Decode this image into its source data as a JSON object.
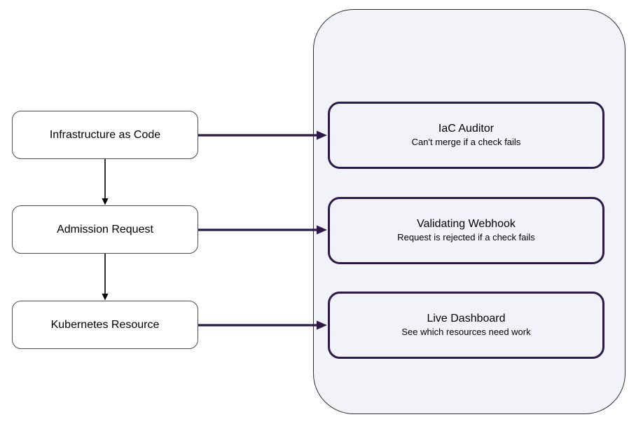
{
  "diagram": {
    "left_nodes": [
      {
        "label": "Infrastructure as Code"
      },
      {
        "label": "Admission Request"
      },
      {
        "label": "Kubernetes Resource"
      }
    ],
    "right_nodes": [
      {
        "title": "IaC Auditor",
        "subtitle": "Can't merge if a check fails"
      },
      {
        "title": "Validating Webhook",
        "subtitle": "Request is rejected if a check fails"
      },
      {
        "title": "Live Dashboard",
        "subtitle": "See which resources need work"
      }
    ],
    "colors": {
      "accent_purple": "#2b1a4a",
      "container_fill": "#f2f3f9",
      "left_node_fill": "#ffffff",
      "left_node_border": "#4d4d4d",
      "down_arrow": "#000000",
      "text": "#000000"
    }
  }
}
